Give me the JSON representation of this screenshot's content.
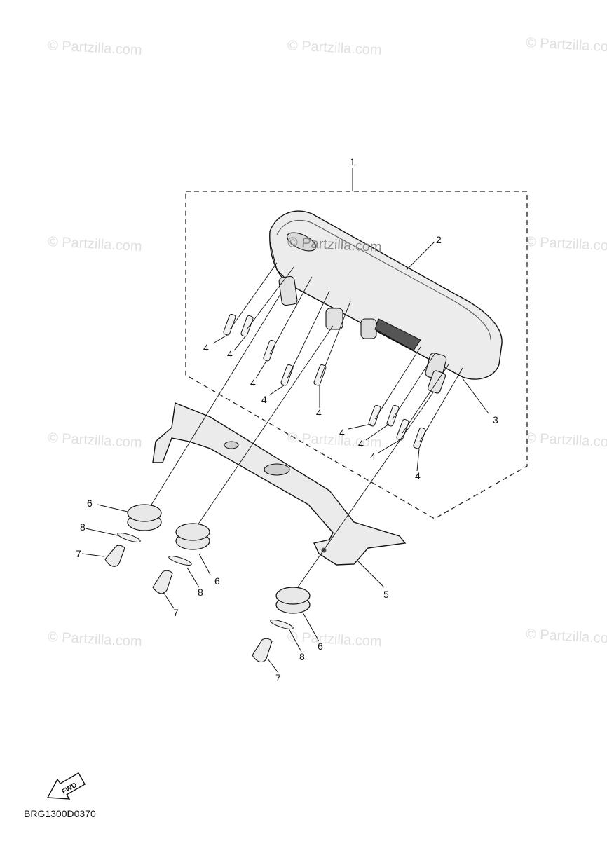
{
  "watermark": {
    "text": "© Partzilla.com"
  },
  "callouts": {
    "c1": "1",
    "c2": "2",
    "c3": "3",
    "c4": "4",
    "c5": "5",
    "c6": "6",
    "c7": "7",
    "c8": "8"
  },
  "fwd_label": "FWD",
  "diagram_code": "BRG1300D0370",
  "colors": {
    "line": "#111111",
    "part_fill": "#ececec",
    "part_dark": "#b8b8b8",
    "watermark": "#d4d4d4"
  }
}
